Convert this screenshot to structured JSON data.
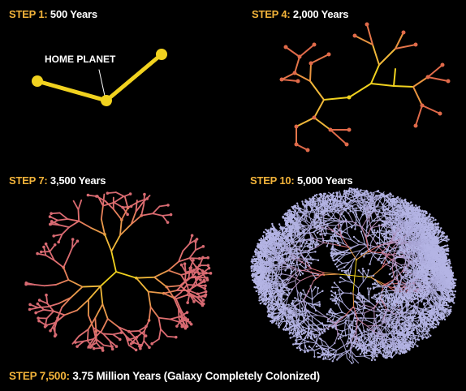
{
  "panels": [
    {
      "step": "STEP 1:",
      "time": "500 Years"
    },
    {
      "step": "STEP 4:",
      "time": "2,000 Years"
    },
    {
      "step": "STEP 7:",
      "time": "3,500 Years"
    },
    {
      "step": "STEP 10:",
      "time": "5,000 Years"
    }
  ],
  "home_label": "HOME PLANET",
  "footer": {
    "step": "STEP 7,500:",
    "text": "3.75 Million Years (Galaxy Completely Colonized)"
  },
  "colors": {
    "step_label": "#f2b33a",
    "early_branch": "#f1d21f",
    "mid_branch": "#e07a45",
    "late_branch": "#e07070",
    "final_branch": "#a89ac8"
  }
}
